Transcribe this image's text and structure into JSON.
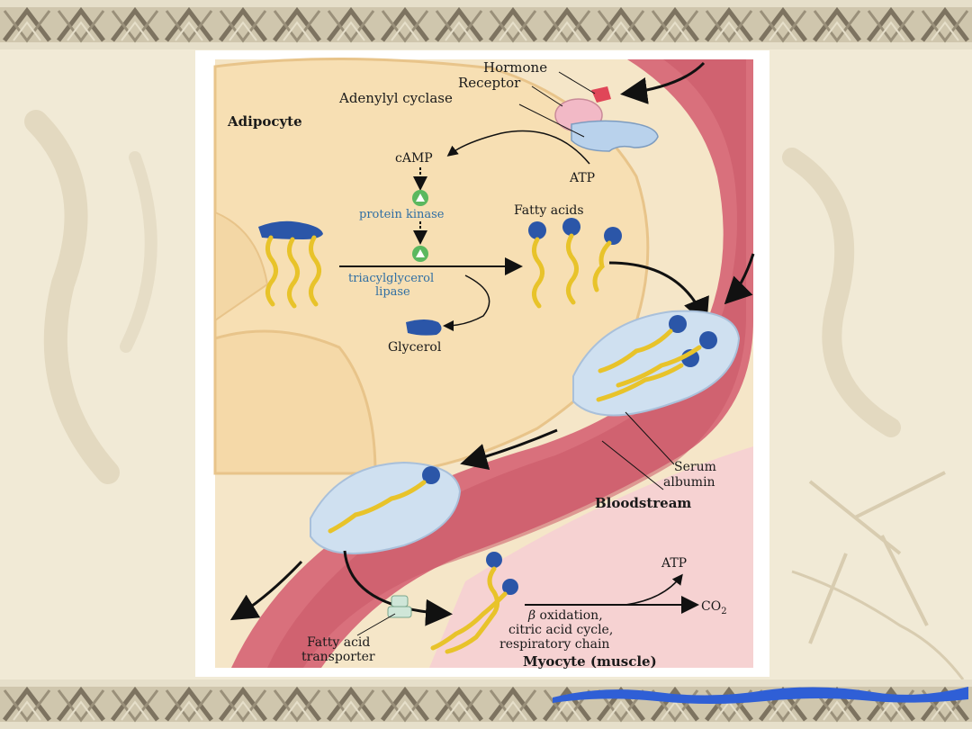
{
  "diagram": {
    "labels": {
      "hormone": "Hormone",
      "receptor": "Receptor",
      "adenylyl_cyclase": "Adenylyl cyclase",
      "adipocyte": "Adipocyte",
      "camp": "cAMP",
      "atp_top": "ATP",
      "protein_kinase": "protein kinase",
      "fatty_acids": "Fatty acids",
      "tag_lipase_line1": "triacylglycerol",
      "tag_lipase_line2": "lipase",
      "glycerol": "Glycerol",
      "serum_albumin_line1": "Serum",
      "serum_albumin_line2": "albumin",
      "bloodstream": "Bloodstream",
      "atp_bottom": "ATP",
      "co2": "CO",
      "co2_sub": "2",
      "beta_symbol": "β",
      "oxidation_line1": " oxidation,",
      "oxidation_line2": "citric acid cycle,",
      "oxidation_line3": "respiratory chain",
      "fa_transporter_line1": "Fatty acid",
      "fa_transporter_line2": "transporter",
      "myocyte": "Myocyte (muscle)"
    }
  },
  "colors": {
    "adipocyte_fill": "#f7dfb3",
    "adipocyte_border": "#e8c48a",
    "vessel_wall": "#d9707c",
    "vessel_lumen": "#c85866",
    "albumin": "#cfe0f0",
    "fatty_acid_head": "#2b56a8",
    "fatty_acid_tail": "#e8c32a",
    "arrow": "#111111",
    "blue_text": "#2f6ea3",
    "background": "#f1ead6"
  }
}
